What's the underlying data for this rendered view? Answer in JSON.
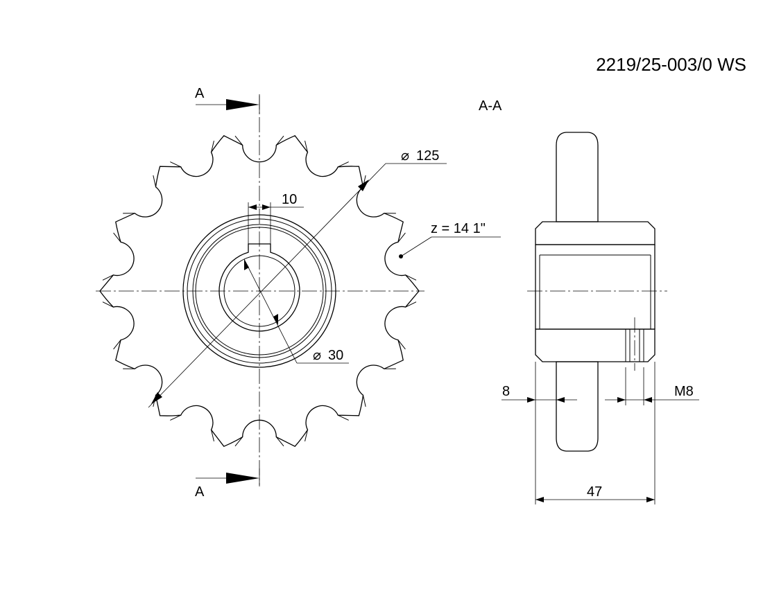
{
  "drawing_number": "2219/25-003/0 WS",
  "section_marker": "A",
  "section_label": "A-A",
  "dimensions": {
    "pitch_diameter": "125",
    "bore_diameter": "30",
    "keyway_width": "10",
    "teeth": "z = 14  1\"",
    "tooth_width": "8",
    "set_screw": "M8",
    "hub_length": "47"
  },
  "diameter_symbol": "⌀",
  "colors": {
    "ink": "#000000",
    "paper": "#ffffff"
  }
}
